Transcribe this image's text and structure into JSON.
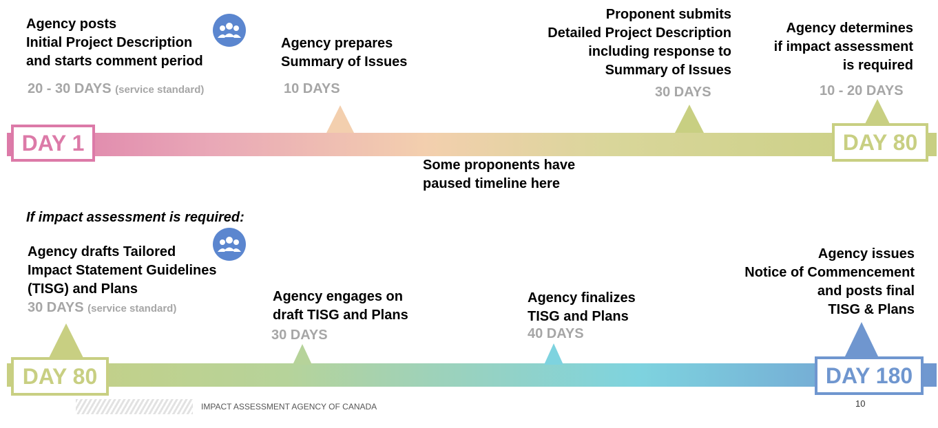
{
  "timeline1": {
    "start_label": "DAY 1",
    "end_label": "DAY 80",
    "pause_note": [
      "Some proponents have",
      "paused timeline here"
    ],
    "steps": [
      {
        "lines": [
          "Agency posts",
          "Initial Project Description",
          "and starts comment period"
        ],
        "duration": "20 - 30 DAYS",
        "duration_note": "(service standard)",
        "public_participation_icon": true
      },
      {
        "lines": [
          "Agency prepares",
          "Summary of Issues"
        ],
        "duration": "10 DAYS"
      },
      {
        "lines": [
          "Proponent submits",
          "Detailed Project Description",
          "including response to",
          "Summary of Issues"
        ],
        "duration": "30 DAYS"
      },
      {
        "lines": [
          "Agency determines",
          "if impact assessment",
          "is required"
        ],
        "duration": "10 - 20 DAYS"
      }
    ]
  },
  "timeline2": {
    "condition": "If impact assessment is required:",
    "start_label": "DAY 80",
    "end_label": "DAY 180",
    "steps": [
      {
        "lines": [
          "Agency drafts Tailored",
          "Impact Statement Guidelines",
          "(TISG) and Plans"
        ],
        "duration": "30 DAYS",
        "duration_note": "(service standard)",
        "public_participation_icon": true
      },
      {
        "lines": [
          "Agency engages on",
          "draft TISG and Plans"
        ],
        "duration": "30 DAYS"
      },
      {
        "lines": [
          "Agency finalizes",
          "TISG and Plans"
        ],
        "duration": "40 DAYS"
      },
      {
        "lines": [
          "Agency issues",
          "Notice of Commencement",
          "and posts final",
          "TISG & Plans"
        ]
      }
    ]
  },
  "footer": {
    "organization": "IMPACT ASSESSMENT AGENCY OF CANADA",
    "page_number": "10"
  },
  "colors": {
    "pink": "#dc7aa8",
    "peach": "#f3cfae",
    "olive": "#c8cf82",
    "green": "#b6d39a",
    "cyan": "#7ed3df",
    "blue": "#6f96cf",
    "gray_text": "#a6a6a6"
  },
  "icons": {
    "public_participation": "people-group-icon"
  }
}
